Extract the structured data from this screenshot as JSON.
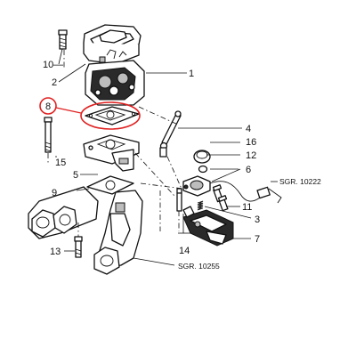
{
  "callouts": {
    "c1": "1",
    "c2": "2",
    "c3": "3",
    "c4": "4",
    "c5": "5",
    "c6": "6",
    "c7": "7",
    "c8": "8",
    "c9": "9",
    "c10": "10",
    "c11": "11",
    "c12": "12",
    "c13": "13",
    "c14": "14",
    "c15": "15",
    "c16": "16"
  },
  "references": {
    "sgr_10222": "SGR. 10222",
    "sgr_10255": "SGR. 10255"
  },
  "highlight": {
    "color": "#e02020"
  }
}
